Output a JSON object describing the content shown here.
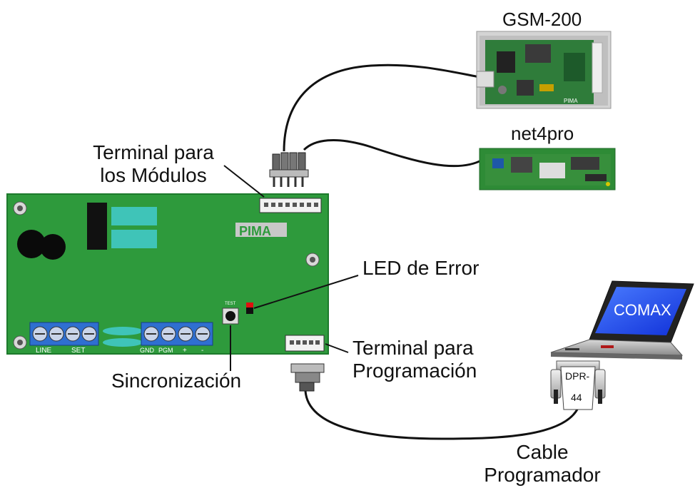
{
  "devices": {
    "gsm": {
      "title": "GSM-200",
      "board_mark": "PIMA"
    },
    "net": {
      "title": "net4pro"
    },
    "main_board": {
      "logo": "PIMA",
      "test_mark": "TEST",
      "terminals_left": [
        "LINE",
        "SET"
      ],
      "terminals_right": [
        "GND",
        "PGM",
        "+",
        "-"
      ]
    },
    "laptop": {
      "screen_text": "COMAX"
    },
    "adapter": {
      "line1": "DPR-",
      "line2": "44"
    }
  },
  "labels": {
    "modules_terminal": [
      "Terminal para",
      "los Módulos"
    ],
    "error_led": "LED de Error",
    "sync": "Sincronización",
    "programming_terminal": [
      "Terminal para",
      "Programación"
    ],
    "cable": [
      "Cable",
      "Programador"
    ]
  },
  "colors": {
    "pcb_green": "#2e9a3c",
    "relay_teal": "#3fc4b8",
    "terminal_blue": "#2f6fd0",
    "screen_blue": "#1f50ff",
    "led_red": "#e01010"
  }
}
